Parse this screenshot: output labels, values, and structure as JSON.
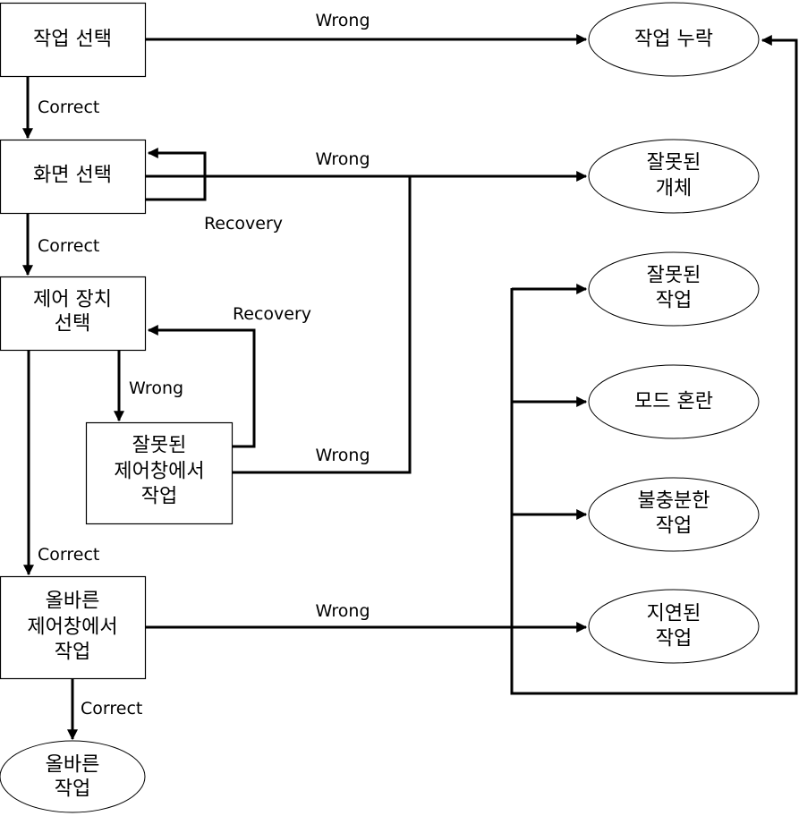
{
  "diagram": {
    "type": "flowchart",
    "nodes": {
      "task_select": {
        "lines": [
          "작업 선택"
        ]
      },
      "screen_select": {
        "lines": [
          "화면 선택"
        ]
      },
      "control_select": {
        "lines": [
          "제어 장치",
          "선택"
        ]
      },
      "wrong_window_op": {
        "lines": [
          "잘못된",
          "제어창에서",
          "작업"
        ]
      },
      "right_window_op": {
        "lines": [
          "올바른",
          "제어창에서",
          "작업"
        ]
      },
      "correct_task": {
        "lines": [
          "올바른",
          "작업"
        ]
      },
      "task_omission": {
        "lines": [
          "작업 누락"
        ]
      },
      "wrong_object": {
        "lines": [
          "잘못된",
          "개체"
        ]
      },
      "wrong_task": {
        "lines": [
          "잘못된",
          "작업"
        ]
      },
      "mode_confusion": {
        "lines": [
          "모드 혼란"
        ]
      },
      "insufficient_task": {
        "lines": [
          "불충분한",
          "작업"
        ]
      },
      "delayed_task": {
        "lines": [
          "지연된",
          "작업"
        ]
      }
    },
    "edge_labels": {
      "wrong": "Wrong",
      "correct": "Correct",
      "recovery": "Recovery"
    },
    "edges": [
      {
        "from": "task_select",
        "to": "task_omission",
        "label": "Wrong"
      },
      {
        "from": "task_select",
        "to": "screen_select",
        "label": "Correct"
      },
      {
        "from": "screen_select",
        "to": "wrong_object",
        "label": "Wrong"
      },
      {
        "from": "screen_select",
        "to": "screen_select",
        "label": "Recovery"
      },
      {
        "from": "screen_select",
        "to": "control_select",
        "label": "Correct"
      },
      {
        "from": "control_select",
        "to": "wrong_window_op",
        "label": "Wrong"
      },
      {
        "from": "wrong_window_op",
        "to": "control_select",
        "label": "Recovery"
      },
      {
        "from": "wrong_window_op",
        "to": "wrong_object",
        "label": "Wrong"
      },
      {
        "from": "control_select",
        "to": "right_window_op",
        "label": "Correct"
      },
      {
        "from": "right_window_op",
        "to": "delayed_task",
        "label": "Wrong"
      },
      {
        "from": "right_window_op",
        "to": "wrong_task",
        "label": "Wrong"
      },
      {
        "from": "right_window_op",
        "to": "mode_confusion",
        "label": "Wrong"
      },
      {
        "from": "right_window_op",
        "to": "insufficient_task",
        "label": "Wrong"
      },
      {
        "from": "right_window_op",
        "to": "task_omission",
        "label": "Wrong"
      },
      {
        "from": "right_window_op",
        "to": "correct_task",
        "label": "Correct"
      }
    ]
  }
}
